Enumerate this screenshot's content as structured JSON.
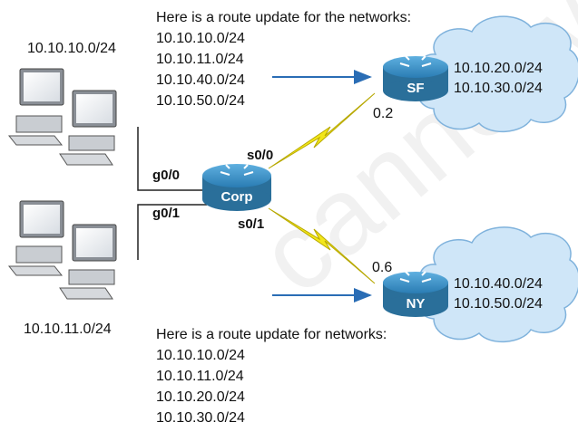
{
  "watermark": "cannetworks.co",
  "colors": {
    "router": "#3d93c9",
    "router_dark": "#2a6f9a",
    "cloud": "#cfe6f8",
    "cloud_stroke": "#7fb2dc",
    "arrow": "#2a6db5",
    "serial_link": "#f2e61a"
  },
  "left_networks": {
    "top_lan": "10.10.10.0/24",
    "bottom_lan": "10.10.11.0/24"
  },
  "routers": {
    "corp": {
      "name": "Corp",
      "ifaces": {
        "g0_0": "g0/0",
        "g0_1": "g0/1",
        "s0_0": "s0/0",
        "s0_1": "s0/1"
      }
    },
    "sf": {
      "name": "SF",
      "ip": "0.2",
      "networks": [
        "10.10.20.0/24",
        "10.10.30.0/24"
      ]
    },
    "ny": {
      "name": "NY",
      "ip": "0.6",
      "networks": [
        "10.10.40.0/24",
        "10.10.50.0/24"
      ]
    }
  },
  "updates": {
    "to_sf": {
      "heading": "Here is a route update for the networks:",
      "routes": [
        "10.10.10.0/24",
        "10.10.11.0/24",
        "10.10.40.0/24",
        "10.10.50.0/24"
      ]
    },
    "to_ny": {
      "heading": "Here is a route update for networks:",
      "routes": [
        "10.10.10.0/24",
        "10.10.11.0/24",
        "10.10.20.0/24",
        "10.10.30.0/24"
      ]
    }
  }
}
